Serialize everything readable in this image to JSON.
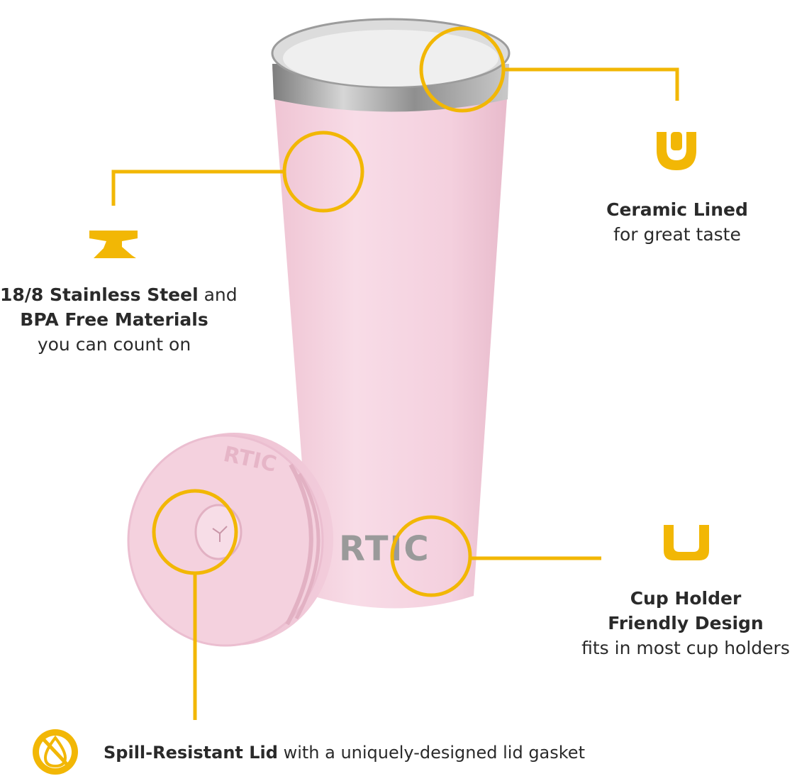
{
  "colors": {
    "accent": "#F2B705",
    "tumbler_pink": "#F5D3E0",
    "background": "#FFFFFF",
    "text": "#2A2A2A"
  },
  "icons": {
    "ceramic": "u-cup-icon",
    "steel": "anvil-icon",
    "cupholder": "cup-holder-icon",
    "spill": "no-drop-icon"
  },
  "branding": {
    "tumbler_logo": "RTIC",
    "lid_logo": "RTIC"
  },
  "features": {
    "ceramic": {
      "title": "Ceramic Lined",
      "subtitle": "for great taste"
    },
    "steel": {
      "line1_bold": "18/8 Stainless Steel",
      "line1_regular": " and",
      "line2_bold": "BPA Free Materials",
      "line3": "you can count on"
    },
    "cupholder": {
      "title_line1": "Cup Holder",
      "title_line2": "Friendly Design",
      "subtitle": "fits in most cup holders"
    },
    "spill": {
      "title": "Spill-Resistant Lid",
      "subtitle": " with a uniquely-designed lid gasket"
    }
  }
}
